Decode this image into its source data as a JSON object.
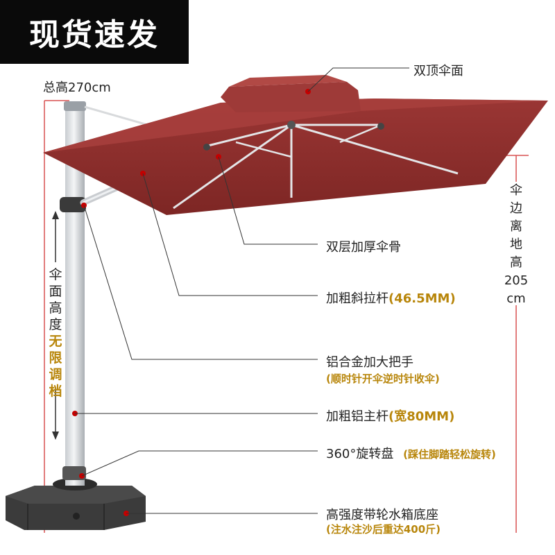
{
  "badge": "现货速发",
  "total_height": "总高270cm",
  "labels": {
    "double_top": "双顶伞面",
    "double_ribs": "双层加厚伞骨",
    "strut": "加粗斜拉杆",
    "strut_spec": "(46.5MM)",
    "handle": "铝合金加大把手",
    "handle_sub": "(顺时针开伞逆时针收伞)",
    "main_pole": "加粗铝主杆",
    "main_pole_spec": "(宽80MM)",
    "turntable": "360°旋转盘",
    "turntable_sub": "(踩住脚踏轻松旋转)",
    "base": "高强度带轮水箱底座",
    "base_sub": "(注水注沙后重达400斤)"
  },
  "canopy_height": {
    "label_chars": [
      "伞",
      "面",
      "高",
      "度"
    ],
    "highlight_chars": [
      "无",
      "限",
      "调",
      "档"
    ]
  },
  "edge_height": {
    "chars": [
      "伞",
      "边",
      "离",
      "地",
      "高"
    ],
    "value": "205",
    "unit": "cm"
  },
  "colors": {
    "canopy": "#8e2e2c",
    "canopy_top": "#a8403d",
    "accent_gold": "#b8860b",
    "marker_red": "#c40000"
  }
}
